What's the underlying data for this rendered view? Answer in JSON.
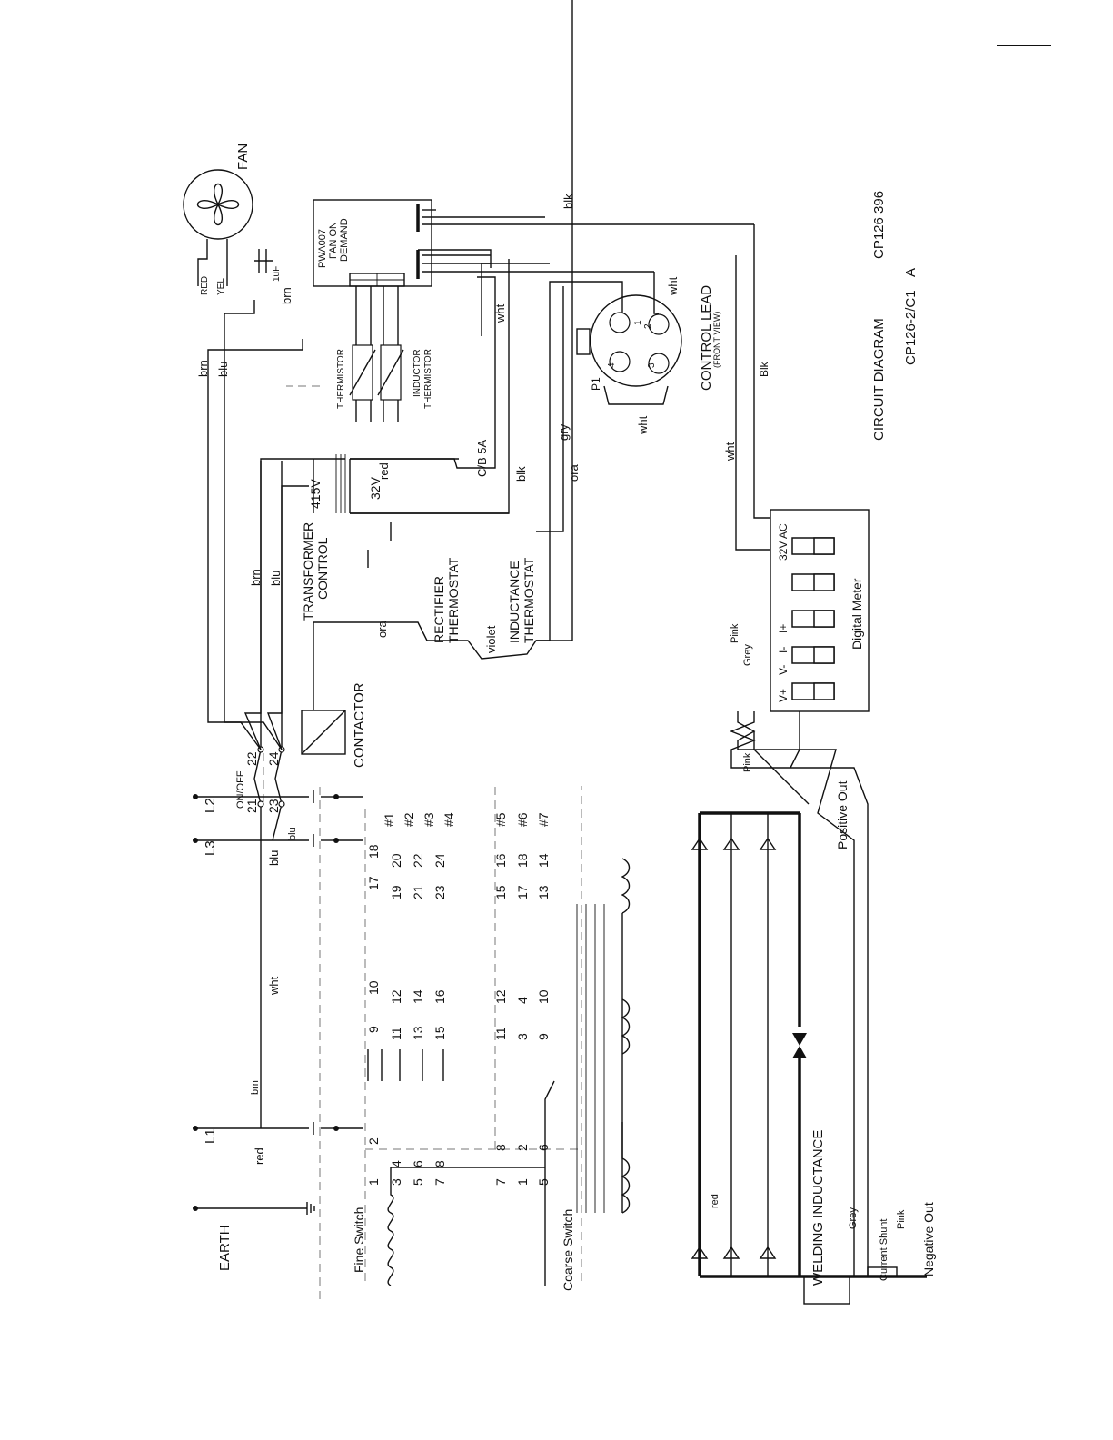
{
  "title": {
    "drawing_name": "CIRCUIT DIAGRAM",
    "drawing_number": "CP126  396",
    "model": "CP126-2/C1",
    "revision": "A"
  },
  "supply": {
    "earth": "EARTH",
    "phases": [
      "L1",
      "L2",
      "L3"
    ]
  },
  "on_off_switch": {
    "label": "ON/OFF",
    "terminals": [
      "21",
      "22",
      "23",
      "24"
    ]
  },
  "fan": {
    "label": "FAN",
    "capacitor": "1uF",
    "wires": [
      "RED",
      "YEL",
      "brn"
    ]
  },
  "fan_pcb": {
    "part": "PWA007",
    "line1": "FAN ON",
    "line2": "DEMAND"
  },
  "sensors": {
    "thermistor": "THERMISTOR",
    "inductor_thermistor_1": "INDUCTOR",
    "inductor_thermistor_2": "THERMISTOR"
  },
  "transformer": {
    "label_1": "TRANSFORMER",
    "label_2": "CONTROL",
    "primary": "415V",
    "secondary": "32V"
  },
  "breaker": "C/B 5A",
  "thermostats": {
    "rectifier_1": "RECTIFIER",
    "rectifier_2": "THERMOSTAT",
    "inductance_1": "INDUCTANCE",
    "inductance_2": "THERMOSTAT"
  },
  "contactor": "CONTACTOR",
  "control_lead": {
    "label": "CONTROL LEAD",
    "sub": "(FRONT VIEW)",
    "plug": "P1",
    "pins": [
      "1",
      "2",
      "3",
      "4"
    ]
  },
  "digital_meter": {
    "label": "Digital Meter",
    "terminals": [
      "V+",
      "V-",
      "I-",
      "I+",
      "32V AC"
    ]
  },
  "wire_colors": {
    "brn": "brn",
    "blu": "blu",
    "red": "red",
    "wht": "wht",
    "blk": "blk",
    "Blk": "Blk",
    "gry": "gry",
    "ora": "ora",
    "violet": "violet",
    "pink": "Pink",
    "grey": "Grey"
  },
  "fine_switch": {
    "label": "Fine Switch",
    "l1_deck": [
      "1",
      "2",
      "3",
      "4",
      "5",
      "6",
      "7",
      "8"
    ],
    "l2_deck": [
      "9",
      "10",
      "11",
      "12",
      "13",
      "14",
      "15",
      "16"
    ],
    "l3_deck": [
      "17",
      "18",
      "19",
      "20",
      "21",
      "22",
      "23",
      "24"
    ],
    "positions": [
      "#1",
      "#2",
      "#3",
      "#4"
    ]
  },
  "coarse_switch": {
    "label": "Coarse Switch",
    "l1_deck": [
      "7",
      "8",
      "1",
      "2",
      "5",
      "6"
    ],
    "l2_deck": [
      "11",
      "12",
      "3",
      "4",
      "9",
      "10"
    ],
    "l3_deck": [
      "15",
      "16",
      "17",
      "18",
      "13",
      "14"
    ],
    "positions": [
      "#5",
      "#6",
      "#7"
    ]
  },
  "output": {
    "inductance": "WELDING  INDUCTANCE",
    "positive": "Positive Out",
    "negative": "Negative Out",
    "shunt": "Current Shunt"
  }
}
